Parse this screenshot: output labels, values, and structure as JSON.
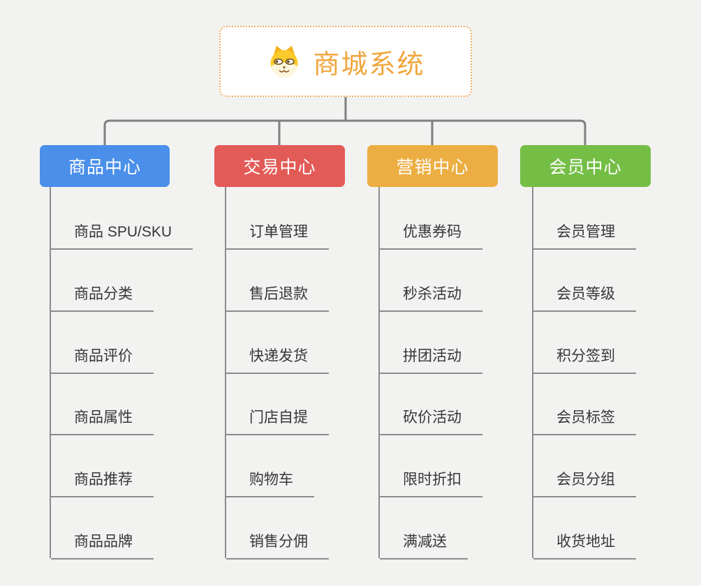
{
  "app": {
    "background_color": "#F2F2F1",
    "connector_color": "#7F7F7F",
    "underline_color": "#8B8B8B",
    "leaf_text_color": "#36363B"
  },
  "root": {
    "title": "商城系统",
    "icon": "dog-logo",
    "text_color": "#F0A63D",
    "border_color": "#EDAE5C",
    "background_color": "#FFFFFF"
  },
  "branches": [
    {
      "label": "商品中心",
      "color": "#4A8FE9",
      "children": [
        "商品 SPU/SKU",
        "商品分类",
        "商品评价",
        "商品属性",
        "商品推荐",
        "商品品牌"
      ]
    },
    {
      "label": "交易中心",
      "color": "#E35B57",
      "children": [
        "订单管理",
        "售后退款",
        "快递发货",
        "门店自提",
        "购物车",
        "销售分佣"
      ]
    },
    {
      "label": "营销中心",
      "color": "#ECAE42",
      "children": [
        "优惠券码",
        "秒杀活动",
        "拼团活动",
        "砍价活动",
        "限时折扣",
        "满减送"
      ]
    },
    {
      "label": "会员中心",
      "color": "#74BE45",
      "children": [
        "会员管理",
        "会员等级",
        "积分签到",
        "会员标签",
        "会员分组",
        "收货地址"
      ]
    }
  ]
}
